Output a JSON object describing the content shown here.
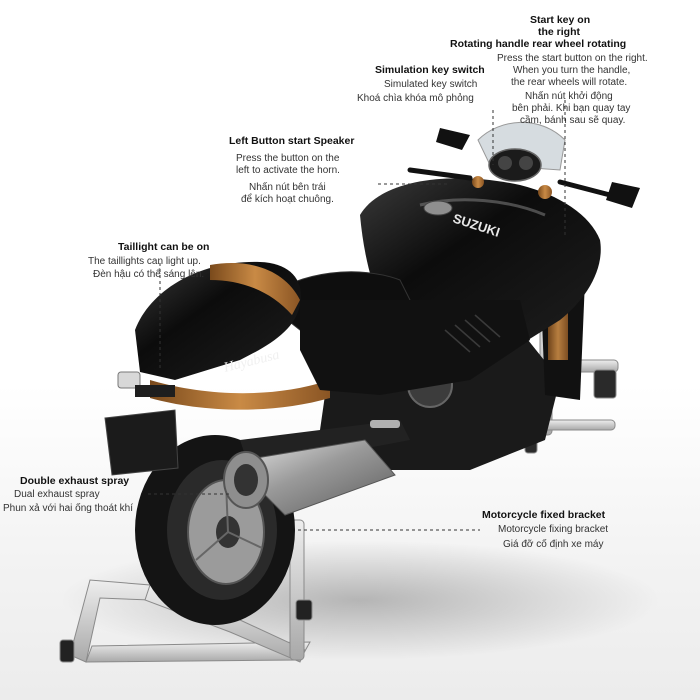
{
  "brand_text": "SUZUKI",
  "model_text": "Hayabusa",
  "callouts": {
    "start_key": {
      "title_1": "Start key on",
      "title_2": "the right",
      "title_3": "Rotating handle rear wheel rotating",
      "en_1": "Press the start button on the right.",
      "en_2": "When you turn the handle,",
      "en_3": "the rear wheels will rotate.",
      "vi_1": "Nhấn nút khởi động",
      "vi_2": "bên phải. Khi bạn quay tay",
      "vi_3": "cầm, bánh sau sẽ quay."
    },
    "sim_key": {
      "title": "Simulation key switch",
      "en": "Simulated key switch",
      "vi": "Khoá chìa khóa mô phỏng"
    },
    "left_button": {
      "title": "Left Button start Speaker",
      "en_1": "Press the button on the",
      "en_2": "left to activate the horn.",
      "vi_1": "Nhấn nút bên trái",
      "vi_2": "để kích hoạt chuông."
    },
    "taillight": {
      "title": "Taillight can be on",
      "en": "The taillights can light up.",
      "vi": "Đèn hậu có thể sáng lên."
    },
    "exhaust": {
      "title": "Double exhaust spray",
      "en": "Dual exhaust spray",
      "vi": "Phun xả với hai ống thoát khí"
    },
    "bracket": {
      "title": "Motorcycle fixed bracket",
      "en": "Motorcycle fixing bracket",
      "vi": "Giá đỡ cố định xe máy"
    }
  }
}
